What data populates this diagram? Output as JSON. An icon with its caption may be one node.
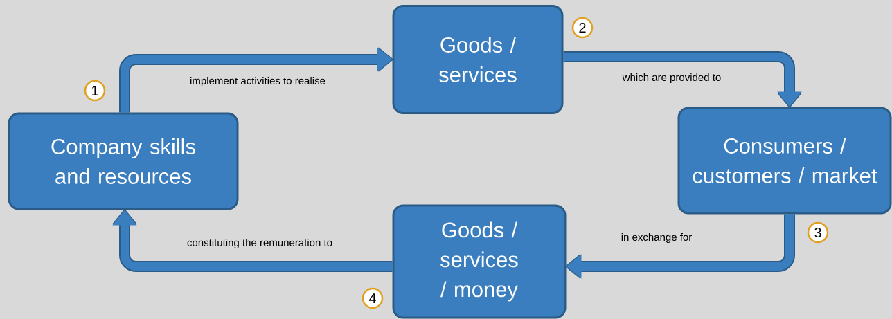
{
  "diagram": {
    "nodes": [
      {
        "text": [
          "Company skills and resources"
        ]
      },
      {
        "text": [
          "Goods / services"
        ]
      },
      {
        "text": [
          "Consumers / customers / market"
        ]
      },
      {
        "text": [
          "Goods / services / money"
        ]
      }
    ],
    "edges": [
      {
        "from": 0,
        "to": 1,
        "arrow": "to",
        "label": "implement activities to realise"
      },
      {
        "from": 1,
        "to": 2,
        "arrow": "to",
        "label": "which are provided to"
      },
      {
        "from": 2,
        "to": 3,
        "arrow": "to",
        "label": "in exchange for"
      },
      {
        "from": 3,
        "to": 0,
        "arrow": "to",
        "label": "constituting the remuneration to"
      }
    ],
    "labels": [
      "1",
      "2",
      "3",
      "4"
    ]
  }
}
